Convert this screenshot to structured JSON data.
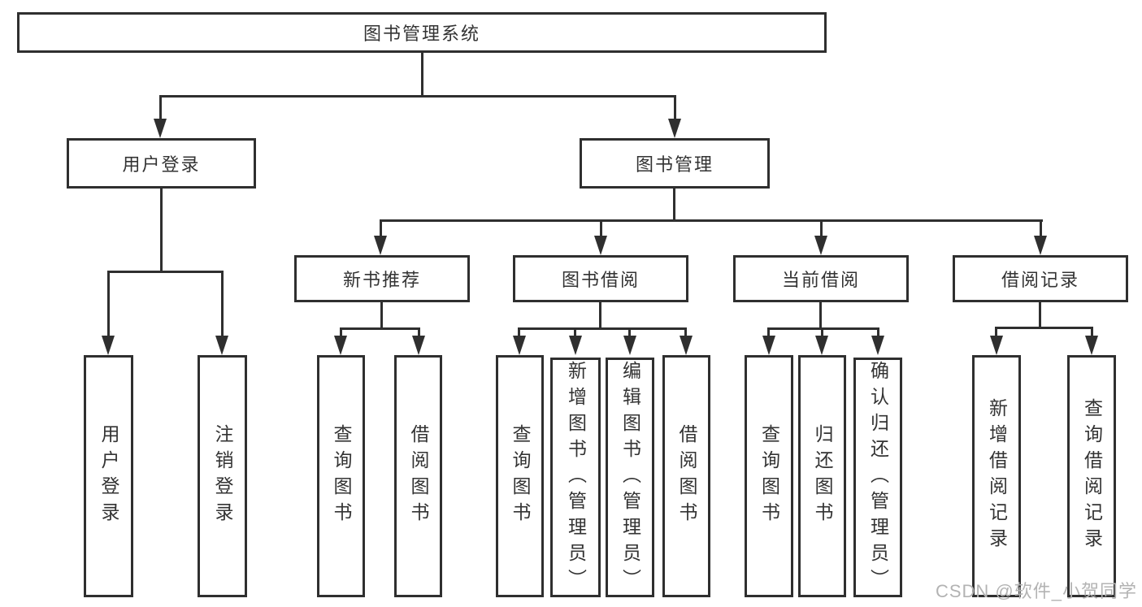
{
  "root": {
    "label": "图书管理系统"
  },
  "level2": {
    "user_login": {
      "label": "用户登录"
    },
    "book_management": {
      "label": "图书管理"
    }
  },
  "level3": {
    "recommend": {
      "label": "新书推荐"
    },
    "borrow": {
      "label": "图书借阅"
    },
    "current": {
      "label": "当前借阅"
    },
    "record": {
      "label": "借阅记录"
    }
  },
  "leaves": {
    "user_login": [
      "用户登录",
      "注销登录"
    ],
    "recommend": [
      "查询图书",
      "借阅图书"
    ],
    "borrow": [
      "查询图书",
      "新增图书（管理员）",
      "编辑图书（管理员）",
      "借阅图书"
    ],
    "current": [
      "查询图书",
      "归还图书",
      "确认归还（管理员）"
    ],
    "record": [
      "新增借阅记录",
      "查询借阅记录"
    ]
  },
  "watermark": "CSDN @软件_小贺同学",
  "colors": {
    "line": "#2f2f2f",
    "text": "#333333",
    "watermark": "#b3b3b3",
    "background": "#ffffff"
  }
}
